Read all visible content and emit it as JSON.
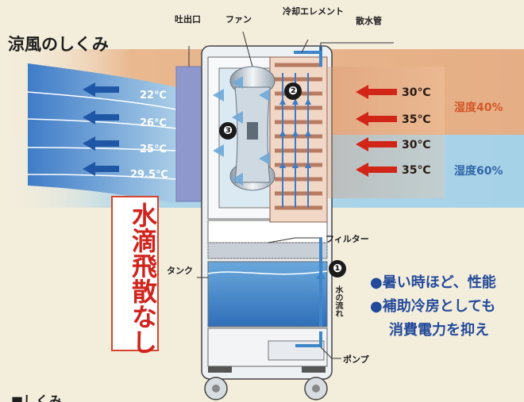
{
  "title": "涼風のしくみ",
  "labels": {
    "outlet": "吐出口",
    "fan": "ファン",
    "cooling_element": "冷却エレメント",
    "sprinkler_pipe": "散水管",
    "filter": "フィルター",
    "tank": "タンク",
    "pump": "ポンプ",
    "water_flow": "水の流れ"
  },
  "cool_air": [
    "22℃",
    "26℃",
    "25℃",
    "29.5℃"
  ],
  "warm_air": [
    "30℃",
    "35℃",
    "30℃",
    "35℃"
  ],
  "humidity": {
    "top": "湿度40%",
    "bottom": "湿度60%"
  },
  "no_droplets": "水滴飛散なし",
  "steps": [
    "❶",
    "❷",
    "❸"
  ],
  "bullets": [
    "●暑い時ほど、性能",
    "●補助冷房としても",
    "消費電力を抑え"
  ],
  "footer_partial": "■しくみ",
  "colors": {
    "warm_band": "#e6ae85",
    "cool_band": "#a6d2e8",
    "arrow_blue": "#1f57a6",
    "arrow_red": "#d12518",
    "accent_red": "#d0231c"
  }
}
